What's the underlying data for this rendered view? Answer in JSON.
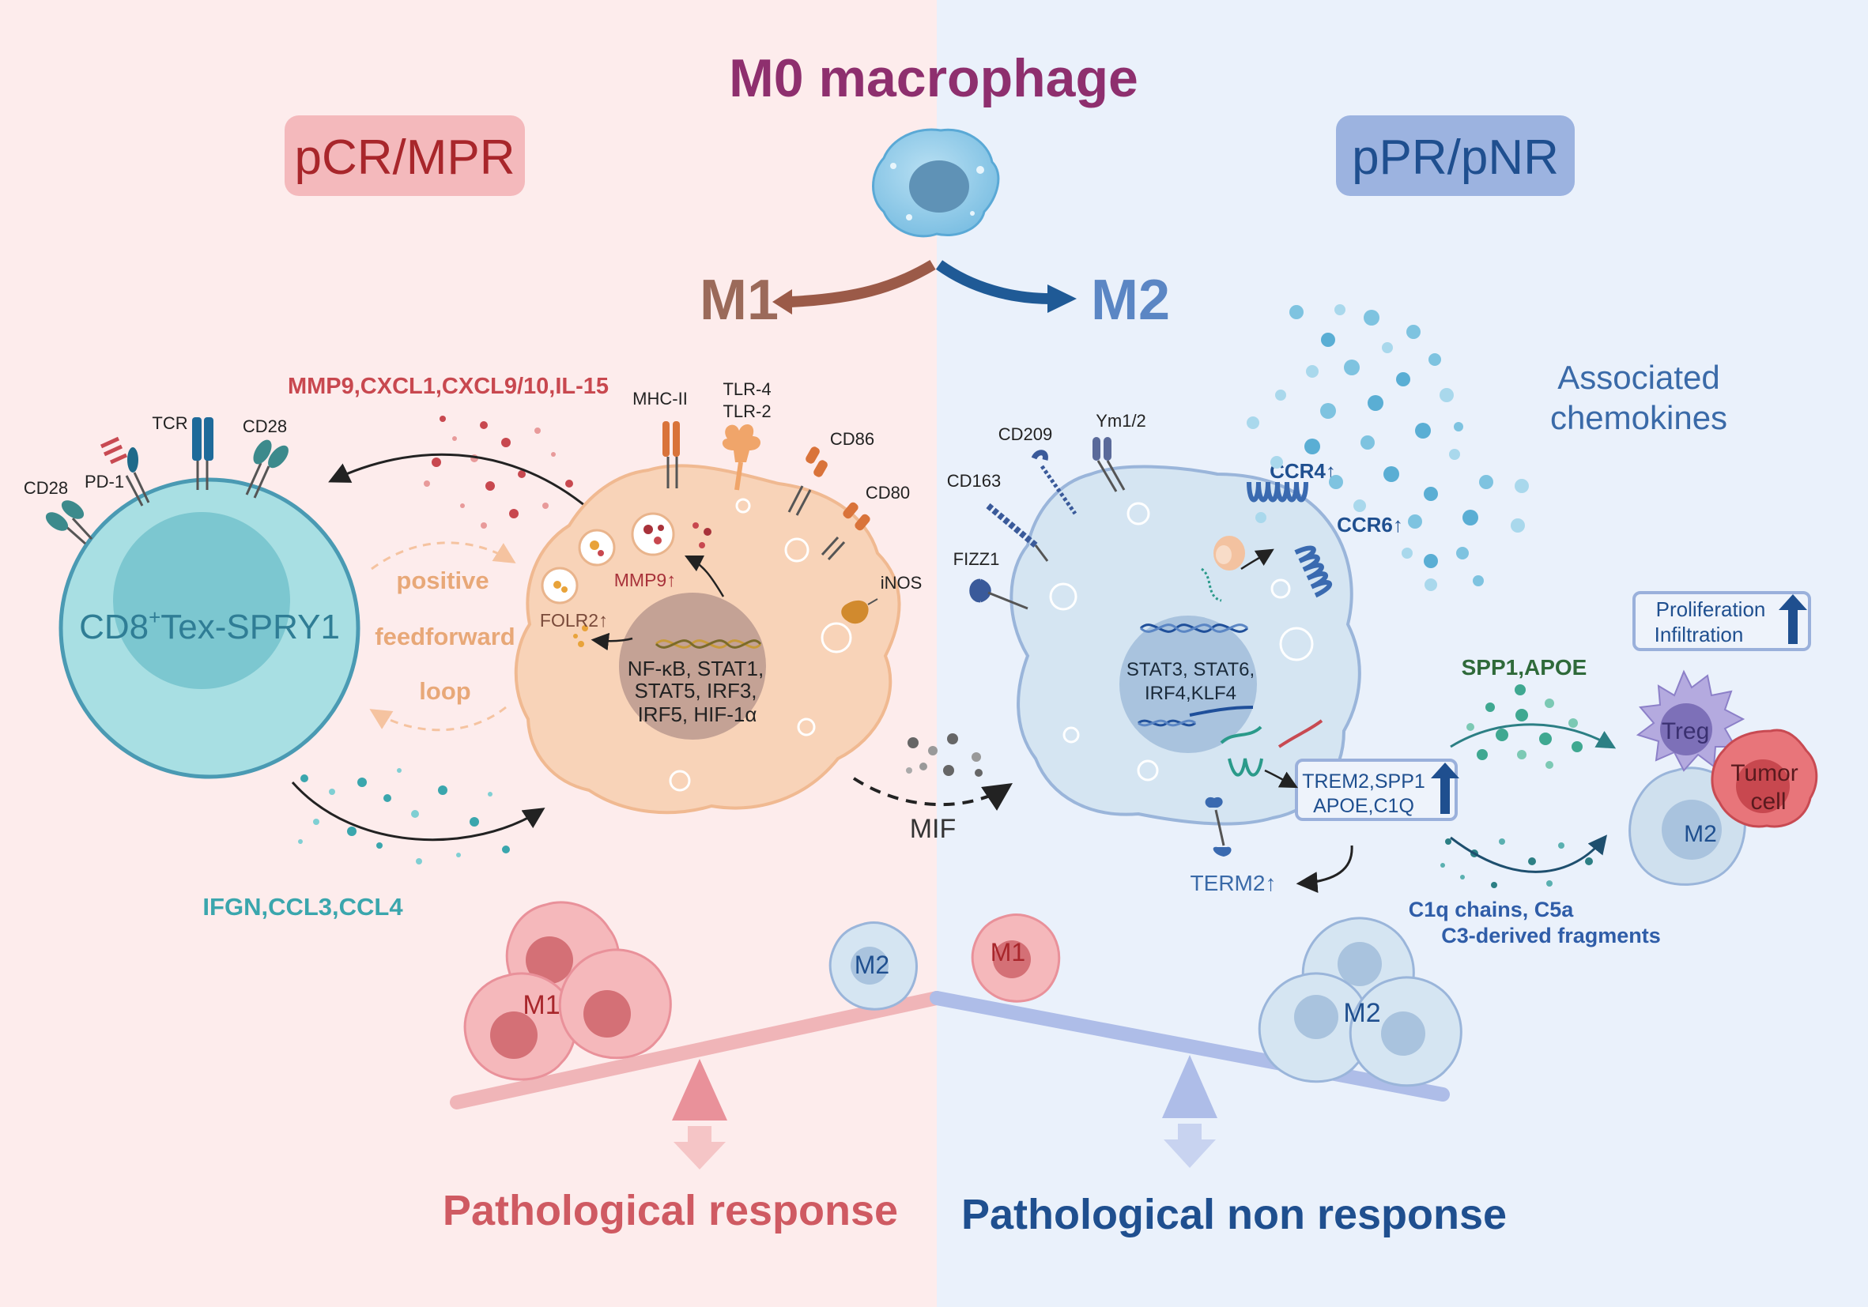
{
  "title": "M0 macrophage",
  "groups": {
    "left_badge": "pCR/MPR",
    "right_badge": "pPR/pNR"
  },
  "polarization": {
    "m1": "M1",
    "m2": "M2"
  },
  "left": {
    "cd8_cell": "CD8",
    "cd8_sup": "+",
    "cd8_rest": "Tex-SPRY1",
    "receptors": {
      "cd28_a": "CD28",
      "pd1": "PD-1",
      "tcr": "TCR",
      "cd28_b": "CD28"
    },
    "secreted_top": "MMP9,CXCL1,CXCL9/10,IL-15",
    "secreted_bottom": "IFGN,CCL3,CCL4",
    "loop_line1": "positive",
    "loop_line2": "feedforward",
    "loop_line3": "loop",
    "m1_markers": {
      "mhc": "MHC-II",
      "tlr4": "TLR-4",
      "tlr2": "TLR-2",
      "cd86": "CD86",
      "cd80": "CD80",
      "inos": "iNOS"
    },
    "mmp9": "MMP9",
    "folr2": "FOLR2",
    "up_arrow": "↑",
    "m1_tfs": [
      "NF-κB, STAT1,",
      "STAT5, IRF3,",
      "IRF5, HIF-1α"
    ]
  },
  "mif": "MIF",
  "right": {
    "m2_markers": {
      "cd209": "CD209",
      "ym": "Ym1/2",
      "cd163": "CD163",
      "fizz1": "FIZZ1"
    },
    "ccr4": "CCR4",
    "ccr6": "CCR6",
    "up_arrow": "↑",
    "associated_line1": "Associated",
    "associated_line2": "chemokines",
    "m2_tfs": [
      "STAT3, STAT6,",
      "IRF4,KLF4"
    ],
    "genes_box": [
      "TREM2,SPP1",
      "APOE,C1Q"
    ],
    "term2": "TERM2",
    "spp1_apoe": "SPP1,APOE",
    "prolif_line1": "Proliferation",
    "prolif_line2": "Infiltration",
    "complement_line1": "C1q chains, C5a",
    "complement_line2": "C3-derived fragments",
    "treg": "Treg",
    "tumor_line1": "Tumor",
    "tumor_line2": "cell",
    "m2_small": "M2"
  },
  "balance": {
    "left_cluster_m1": "M1",
    "left_single_m2": "M2",
    "right_single_m1": "M1",
    "right_cluster_m2": "M2"
  },
  "outcomes": {
    "left": "Pathological response",
    "right": "Pathological non response"
  },
  "colors": {
    "left_bg": "#fdecec",
    "right_bg": "#eaf1fb",
    "title": "#8e2f6e",
    "left_badge_bg": "#f4b9bc",
    "left_badge_text": "#a8262b",
    "right_badge_bg": "#9cb3e0",
    "right_badge_text": "#1f4f8f",
    "m1_arrow": "#9b5a48",
    "m2_arrow": "#1f5a96",
    "m1_text": "#9b6a5a",
    "m2_text": "#5b86c4",
    "cd8_fill": "#a8dfe3",
    "cd8_stroke": "#4a9ab3",
    "m1_cell": "#f8d3b8",
    "m2_cell": "#d5e5f2",
    "outcome_left": "#cf5a62",
    "outcome_right": "#1f4f8f",
    "loop_text": "#e8a878",
    "secreted_top": "#c8484f",
    "secreted_bottom": "#3aa6ad",
    "spp1_text": "#2f6a3a",
    "complement_text": "#2f5da8"
  }
}
